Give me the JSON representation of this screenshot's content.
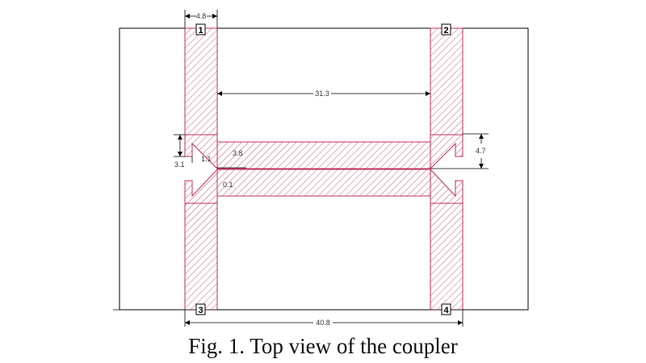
{
  "diagram": {
    "ports": [
      "1",
      "2",
      "3",
      "4"
    ],
    "dimensions": {
      "port_width": "4.8",
      "line_spacing": "31.3",
      "total_length": "40.8",
      "stub_height": "3.1",
      "stub_gap": "1.1",
      "line_width": "3.8",
      "coupling_gap": "0.1",
      "junction_height": "4.7"
    },
    "colors": {
      "metal": "#c0305a",
      "dimension": "#000000"
    }
  },
  "caption": "Fig. 1. Top view of the coupler"
}
